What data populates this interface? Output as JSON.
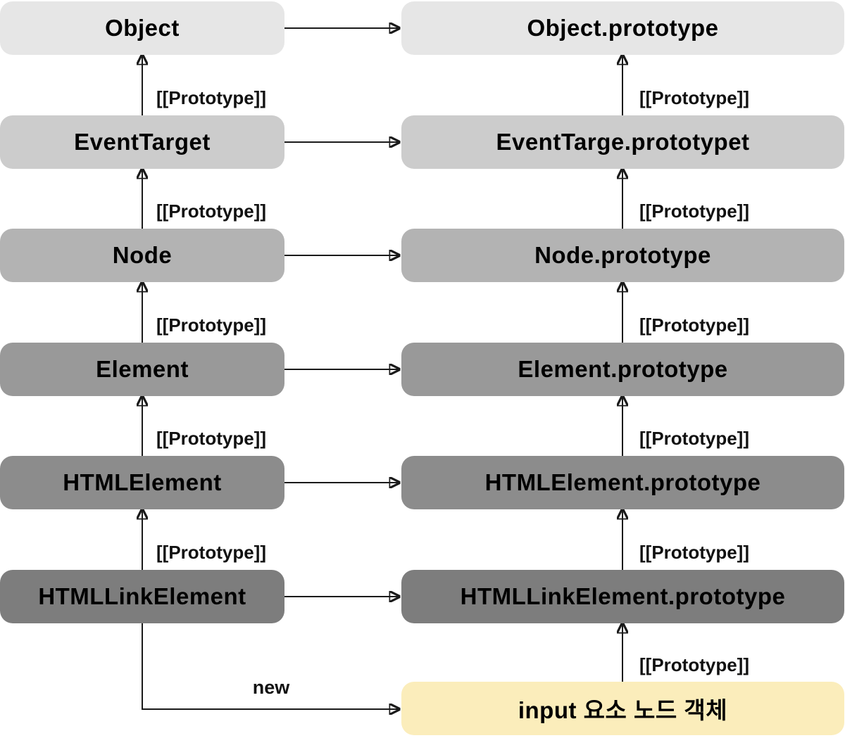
{
  "diagram": {
    "left_column": [
      {
        "label": "Object",
        "color": "#e6e6e6"
      },
      {
        "label": "EventTarget",
        "color": "#cccccc"
      },
      {
        "label": "Node",
        "color": "#b3b3b3"
      },
      {
        "label": "Element",
        "color": "#999999"
      },
      {
        "label": "HTMLElement",
        "color": "#8c8c8c"
      },
      {
        "label": "HTMLLinkElement",
        "color": "#7d7d7d"
      }
    ],
    "right_column": [
      {
        "label": "Object.prototype",
        "color": "#e6e6e6"
      },
      {
        "label": "EventTarge.prototypet",
        "color": "#cccccc"
      },
      {
        "label": "Node.prototype",
        "color": "#b3b3b3"
      },
      {
        "label": "Element.prototype",
        "color": "#999999"
      },
      {
        "label": "HTMLElement.prototype",
        "color": "#8c8c8c"
      },
      {
        "label": "HTMLLinkElement.prototype",
        "color": "#7d7d7d"
      }
    ],
    "instance_box": {
      "label": "input 요소 노드 객체",
      "color": "#fbedbb"
    },
    "edge_labels": {
      "prototype": "[[Prototype]]",
      "new": "new"
    },
    "arrow_color": "#1a1a1a"
  }
}
